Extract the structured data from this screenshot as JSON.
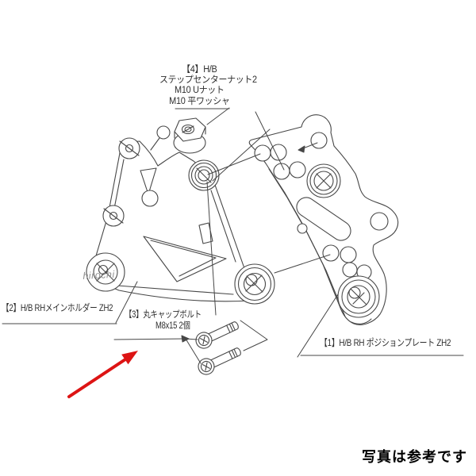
{
  "doc": {
    "type": "parts-diagram",
    "caption": "写真は参考です",
    "watermark": "hirochi"
  },
  "colors": {
    "line": "#474747",
    "arrow_red": "#dd1414",
    "text": "#2e2e2e",
    "watermark": "#8f8f8f",
    "background": "#ffffff"
  },
  "labels": {
    "part4_line1": "【4】H/B",
    "part4_line2": "ステップセンターナット2",
    "part4_line3": "M10 Uナット",
    "part4_line4": "M10 平ワッシャ",
    "part2": "【2】H/B RHメインホルダー ZH2",
    "part3_line1": "【3】丸キャップボルト",
    "part3_line2": "M8x15 2個",
    "part1": "【1】H/B RH ポジションプレート ZH2"
  },
  "parts": [
    {
      "no": "1",
      "name": "H/B RH ポジションプレート ZH2"
    },
    {
      "no": "2",
      "name": "H/B RHメインホルダー ZH2"
    },
    {
      "no": "3",
      "name": "丸キャップボルト M8x15 2個"
    },
    {
      "no": "4",
      "name": "H/B ステップセンターナット2 M10 Uナット M10 平ワッシャ"
    }
  ]
}
